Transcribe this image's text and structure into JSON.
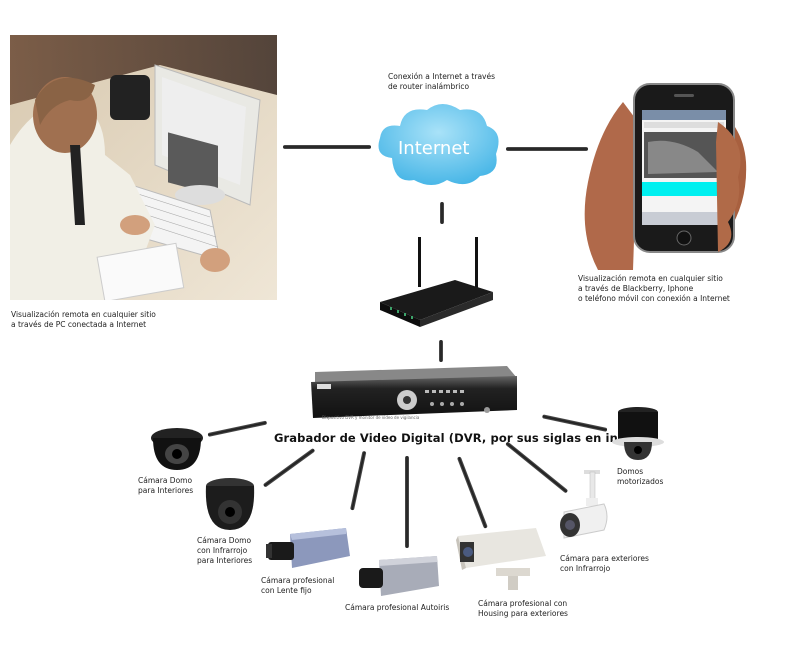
{
  "diagram": {
    "title": "Grabador de Video Digital (DVR, por sus siglas en inglés)",
    "dvr_caption": "Dispositivo DVR y monitor de video de vigilancia",
    "cloud_label": "Internet",
    "colors": {
      "cloud": "#5cc2ec",
      "cloud_light": "#a9e2f8",
      "connector": "#2a2a2a",
      "phone_screen_band": "#00f0f0",
      "router_leds": "#3da36a"
    },
    "nodes": {
      "pc_user": {
        "label": "Visualización remota en cualquier sitio\na través de PC conectada a Internet"
      },
      "internet": {
        "label": "Conexión a Internet a través\nde router inalámbrico"
      },
      "smartphone": {
        "label": "Visualización remota en cualquier sitio\na través de Blackberry, Iphone\no teléfono móvil con conexión a Internet"
      },
      "router": {
        "label": ""
      },
      "dvr": {
        "label": "Grabador de Video Digital (DVR, por sus siglas en inglés)"
      }
    },
    "cameras": [
      {
        "id": "dome-indoor",
        "label": "Cámara Domo\npara Interiores"
      },
      {
        "id": "dome-ir-indoor",
        "label": "Cámara Domo\ncon Infrarrojo\npara Interiores"
      },
      {
        "id": "pro-fixed-lens",
        "label": "Cámara profesional\ncon Lente fijo"
      },
      {
        "id": "pro-autoiris",
        "label": "Cámara profesional Autoiris"
      },
      {
        "id": "pro-housing",
        "label": "Cámara profesional con\nHousing para exteriores"
      },
      {
        "id": "outdoor-ir",
        "label": "Cámara para exteriores\ncon Infrarrojo"
      },
      {
        "id": "motorized-dome",
        "label": "Domos\nmotorizados"
      }
    ],
    "edges": [
      {
        "from": "pc_user",
        "to": "internet"
      },
      {
        "from": "internet",
        "to": "smartphone"
      },
      {
        "from": "internet",
        "to": "router"
      },
      {
        "from": "router",
        "to": "dvr"
      },
      {
        "from": "dvr",
        "to": "dome-indoor"
      },
      {
        "from": "dvr",
        "to": "dome-ir-indoor"
      },
      {
        "from": "dvr",
        "to": "pro-fixed-lens"
      },
      {
        "from": "dvr",
        "to": "pro-autoiris"
      },
      {
        "from": "dvr",
        "to": "pro-housing"
      },
      {
        "from": "dvr",
        "to": "outdoor-ir"
      },
      {
        "from": "dvr",
        "to": "motorized-dome"
      }
    ]
  }
}
